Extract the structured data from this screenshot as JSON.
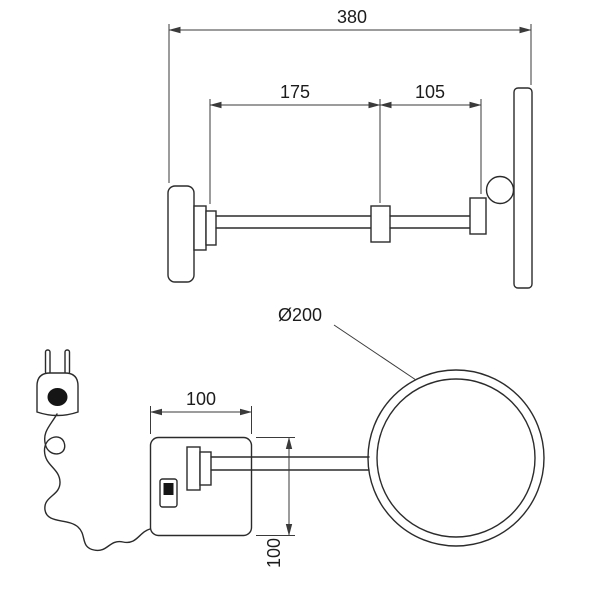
{
  "colors": {
    "line": "#2b2b2b",
    "dimension": "#3a3a3a",
    "background": "#ffffff",
    "switch_rocker": "#151515"
  },
  "side_view": {
    "dim_total": "380",
    "dim_arm_inner": "175",
    "dim_arm_outer": "105"
  },
  "front_view": {
    "dim_diameter": "Ø200",
    "dim_plate_width": "100",
    "dim_plate_height": "100"
  }
}
